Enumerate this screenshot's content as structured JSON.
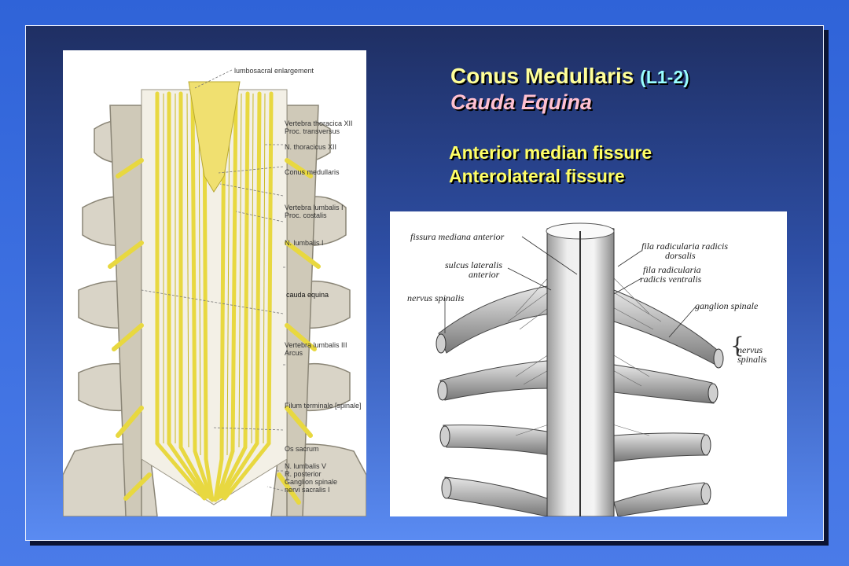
{
  "slide": {
    "title_main": "Conus Medullaris",
    "title_level": "(L1-2)",
    "title_second": "Cauda Equina",
    "subtitle_1": "Anterior median fissure",
    "subtitle_2": "Anterolateral fissure"
  },
  "figure_left": {
    "labels": [
      "lumbosacral enlargement",
      "Vertebra thoracica XII",
      "Proc. transversus",
      "N. thoracicus XII",
      "Conus medullaris",
      "Vertebra lumbalis I",
      "Proc. costalis",
      "N. lumbalis I",
      "cauda equina",
      "Vertebra lumbalis III",
      "Arcus",
      "Filum terminale [spinale]",
      "Os sacrum",
      "N. lumbalis V",
      "R. posterior",
      "Ganglion spinale",
      "nervi sacralis I"
    ]
  },
  "figure_right": {
    "labels": [
      "fissura mediana anterior",
      "sulcus lateralis",
      "anterior",
      "nervus spinalis",
      "fila radicularia radicis",
      "dorsalis",
      "fila radicularia",
      "radicis ventralis",
      "ganglion spinale",
      "nervus",
      "spinalis"
    ]
  }
}
